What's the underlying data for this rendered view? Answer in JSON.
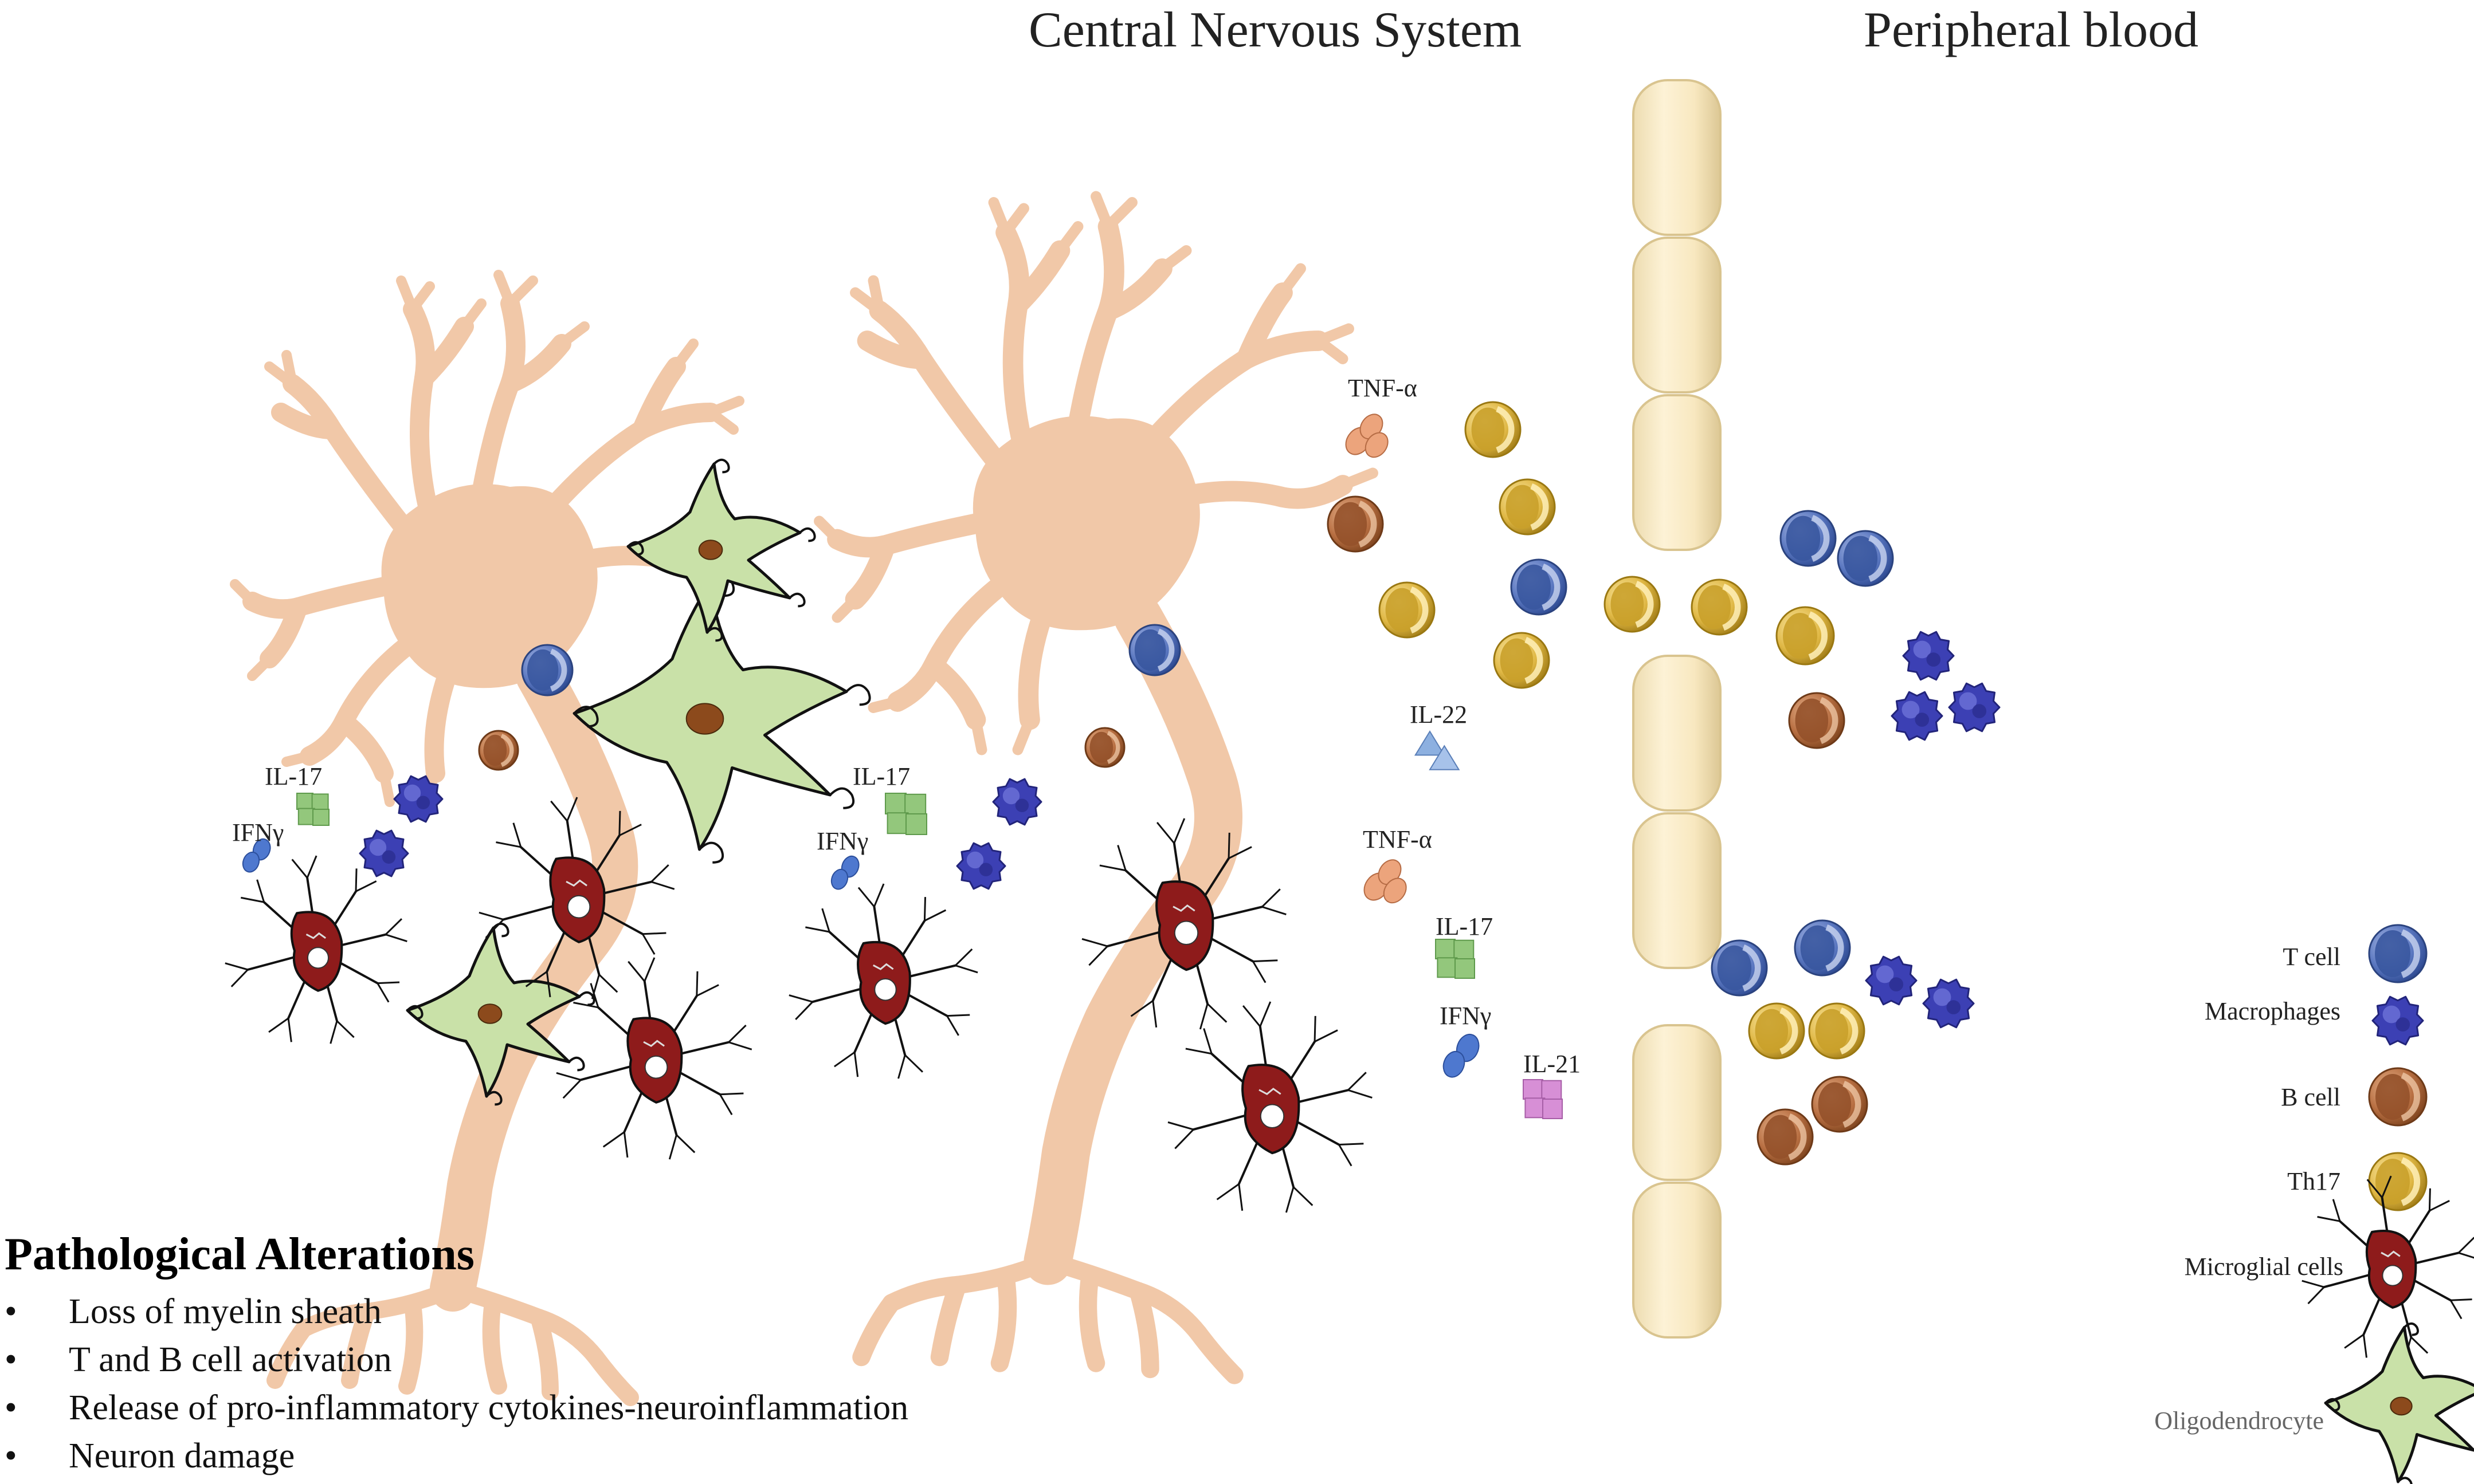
{
  "regions": {
    "cns_title": "Central Nervous System",
    "blood_title": "Peripheral blood"
  },
  "cytokines": {
    "tnf_alpha_1": "TNF-α",
    "il22": "IL-22",
    "tnf_alpha_2": "TNF-α",
    "il17_right": "IL-17",
    "ifng_right": "IFNγ",
    "il21": "IL-21",
    "il17_mid": "IL-17",
    "ifng_mid": "IFNγ",
    "il17_left": "IL-17",
    "ifng_left": "IFNγ"
  },
  "legend": {
    "t_cell": "T cell",
    "macrophages": "Macrophages",
    "b_cell": "B cell",
    "th17": "Th17",
    "microglial": "Microglial cells",
    "oligodendrocyte": "Oligodendrocyte"
  },
  "alterations": {
    "title": "Pathological  Alterations",
    "items": [
      "Loss of myelin sheath",
      "T and B cell activation",
      "Release of pro-inflammatory cytokines-neuroinflammation",
      "Neuron damage"
    ]
  },
  "colors": {
    "neuron": "#f1c8a8",
    "barrier_cell": "#fbeccb",
    "t_cell": "#4f6db8",
    "b_cell": "#b2693e",
    "th17": "#dcb33c",
    "macrophage": "#3b3fb0",
    "microglia": "#8b1a1a",
    "oligodendrocyte": "#c8e0a6",
    "il17": "#8fc27a",
    "ifng": "#4a74c9",
    "tnf": "#e8a07a",
    "il22": "#8fb0dd",
    "il21": "#d68fd6"
  }
}
